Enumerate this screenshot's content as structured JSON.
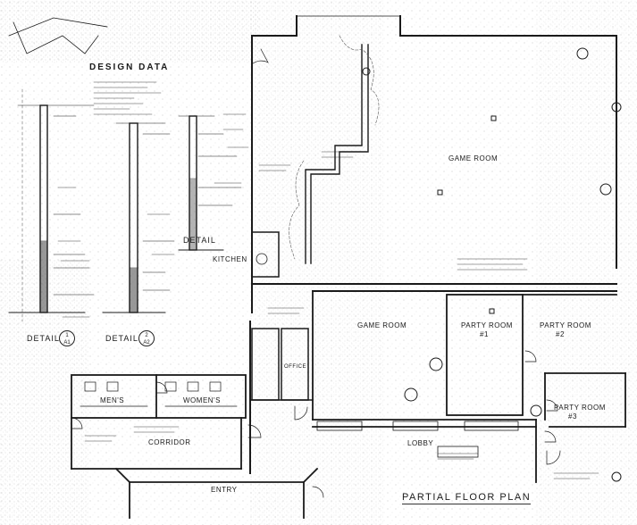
{
  "title_block": {
    "heading": "DESIGN DATA"
  },
  "rooms": {
    "game_room_main": "GAME ROOM",
    "game_room_lower": "GAME ROOM",
    "party_room_1": "PARTY ROOM",
    "party_room_1_num": "#1",
    "party_room_2": "PARTY ROOM",
    "party_room_2_num": "#2",
    "party_room_3": "PARTY ROOM",
    "party_room_3_num": "#3",
    "kitchen": "KITCHEN",
    "mens": "MEN'S",
    "womens": "WOMEN'S",
    "corridor": "CORRIDOR",
    "entry": "ENTRY",
    "lobby": "LOBBY",
    "office": "OFFICE"
  },
  "details": {
    "detail_1_label": "DETAIL",
    "detail_1_num": "1",
    "detail_1_sheet": "A1",
    "detail_2_label": "DETAIL",
    "detail_2_num": "2",
    "detail_2_sheet": "A2",
    "detail_3_label": "DETAIL"
  },
  "plan_title": "PARTIAL FLOOR PLAN",
  "colors": {
    "ink": "#1a1a1a",
    "paper": "#ffffff"
  }
}
